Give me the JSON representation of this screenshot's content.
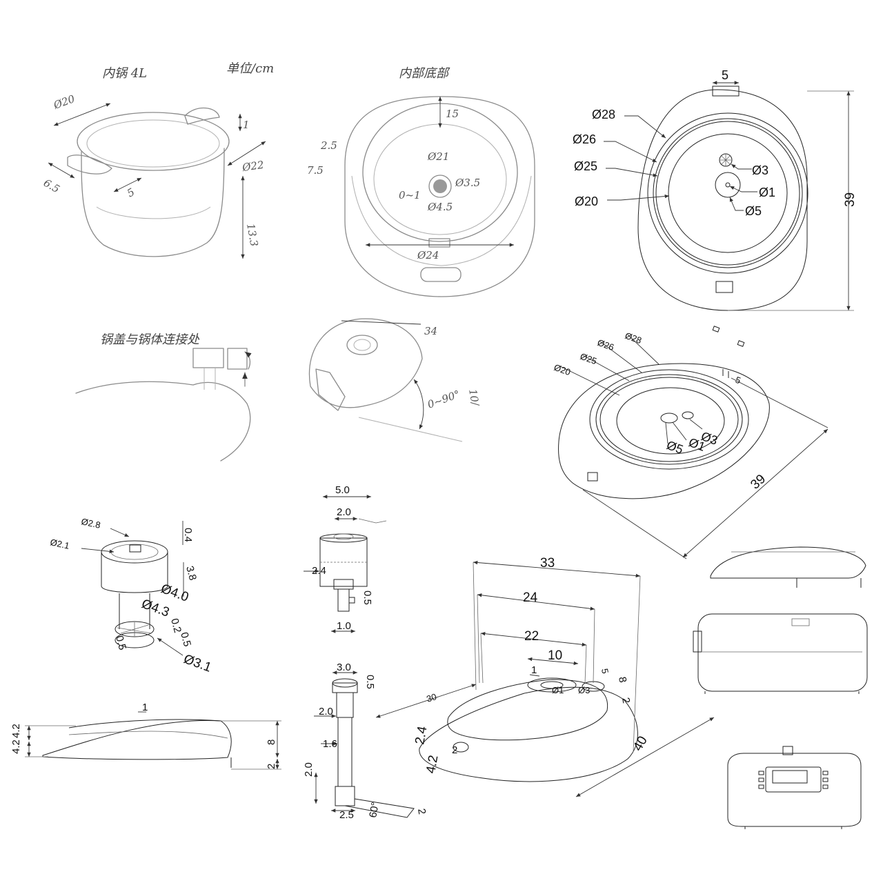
{
  "sketches": {
    "inner_pot": {
      "title": "内锅 4L",
      "unit": "单位/cm",
      "dims": {
        "d20": "Ø20",
        "d22": "Ø22",
        "h1": "1",
        "h13": "13.3",
        "w65": "6.5",
        "w5": "5"
      }
    },
    "inner_bottom": {
      "title": "内部底部",
      "dims": {
        "d15": "15",
        "d25": "2.5",
        "d75": "7.5",
        "d21": "Ø21",
        "d35": "Ø3.5",
        "d01": "0~1",
        "d45": "Ø4.5",
        "d24": "Ø24"
      }
    },
    "lid_joint": {
      "title": "锅盖与锅体连接处"
    },
    "lid_open": {
      "dim34": "34",
      "angle": "0~90°",
      "side": "10/"
    }
  },
  "top_view": {
    "d28": "Ø28",
    "d26": "Ø26",
    "d25": "Ø25",
    "d20": "Ø20",
    "d3": "Ø3",
    "d1": "Ø1",
    "d5": "Ø5",
    "w5": "5",
    "h39": "39"
  },
  "iso_view": {
    "d28": "Ø28",
    "d26": "Ø26",
    "d25": "Ø25",
    "d20": "Ø20",
    "d3": "Ø3",
    "d1": "Ø1",
    "d5": "Ø5",
    "w5": "5",
    "l39": "39"
  },
  "valve_cap": {
    "d28": "Ø2.8",
    "d21": "Ø2.1",
    "t04": "0.4",
    "h38": "3.8",
    "d40": "Ø4.0",
    "d43": "Ø4.3",
    "t02": "0.2",
    "t05": "0.5",
    "t05b": "0.5",
    "d31": "Ø3.1"
  },
  "valve_pin": {
    "w50": "5.0",
    "w20": "2.0",
    "h24": "2.4",
    "t05": "0.5",
    "w10": "1.0"
  },
  "steam_tube": {
    "w30": "3.0",
    "t05": "0.5",
    "w20": "2.0",
    "w16": "1.6",
    "h20": "2.0",
    "w25": "2.5",
    "a60": "60°",
    "t2": "2"
  },
  "lid_side": {
    "w1": "1",
    "h42": "4.2",
    "h42b": "4.2",
    "h8": "8",
    "h2": "2"
  },
  "lid_iso": {
    "w33": "33",
    "w24": "24",
    "w22": "22",
    "w10": "10",
    "w1": "1",
    "d30": "30",
    "d40": "40",
    "h24": "2.4",
    "h2": "2",
    "h8": "8",
    "h2b": "2",
    "d3": "Ø3",
    "d1": "Ø1",
    "t5": "5"
  }
}
